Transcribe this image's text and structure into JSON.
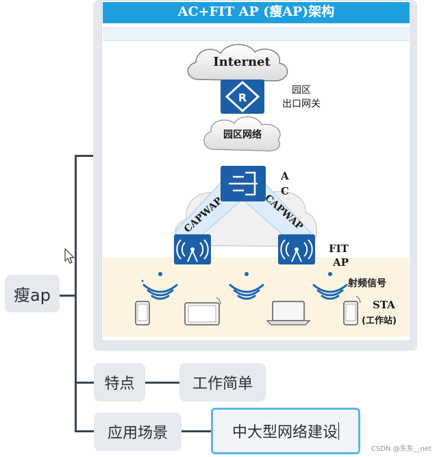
{
  "diagram": {
    "title": "AC+FIT AP (瘦AP)架构",
    "internet": "Internet",
    "router_label_1": "园区",
    "router_label_2": "出口网关",
    "campus_net": "园区网络",
    "ac_label_1": "A",
    "ac_label_2": "C",
    "capwap_left": "CAPWAP",
    "capwap_right": "CAPWAP",
    "fitap_label_1": "FIT",
    "fitap_label_2": "AP",
    "rf_signal": "射频信号",
    "sta_label_1": "STA",
    "sta_label_2": "(工作站)"
  },
  "mindmap": {
    "root": "瘦ap",
    "features_label": "特点",
    "features_value": "工作简单",
    "scenario_label": "应用场景",
    "scenario_value": "中大型网络建设"
  },
  "colors": {
    "title_bar": "#1fa0de",
    "device_blue": "#1c5ea8",
    "signal_blue": "#1a66b2",
    "selection_border": "#58b6ea"
  },
  "watermark": "CSDN @东东__net"
}
